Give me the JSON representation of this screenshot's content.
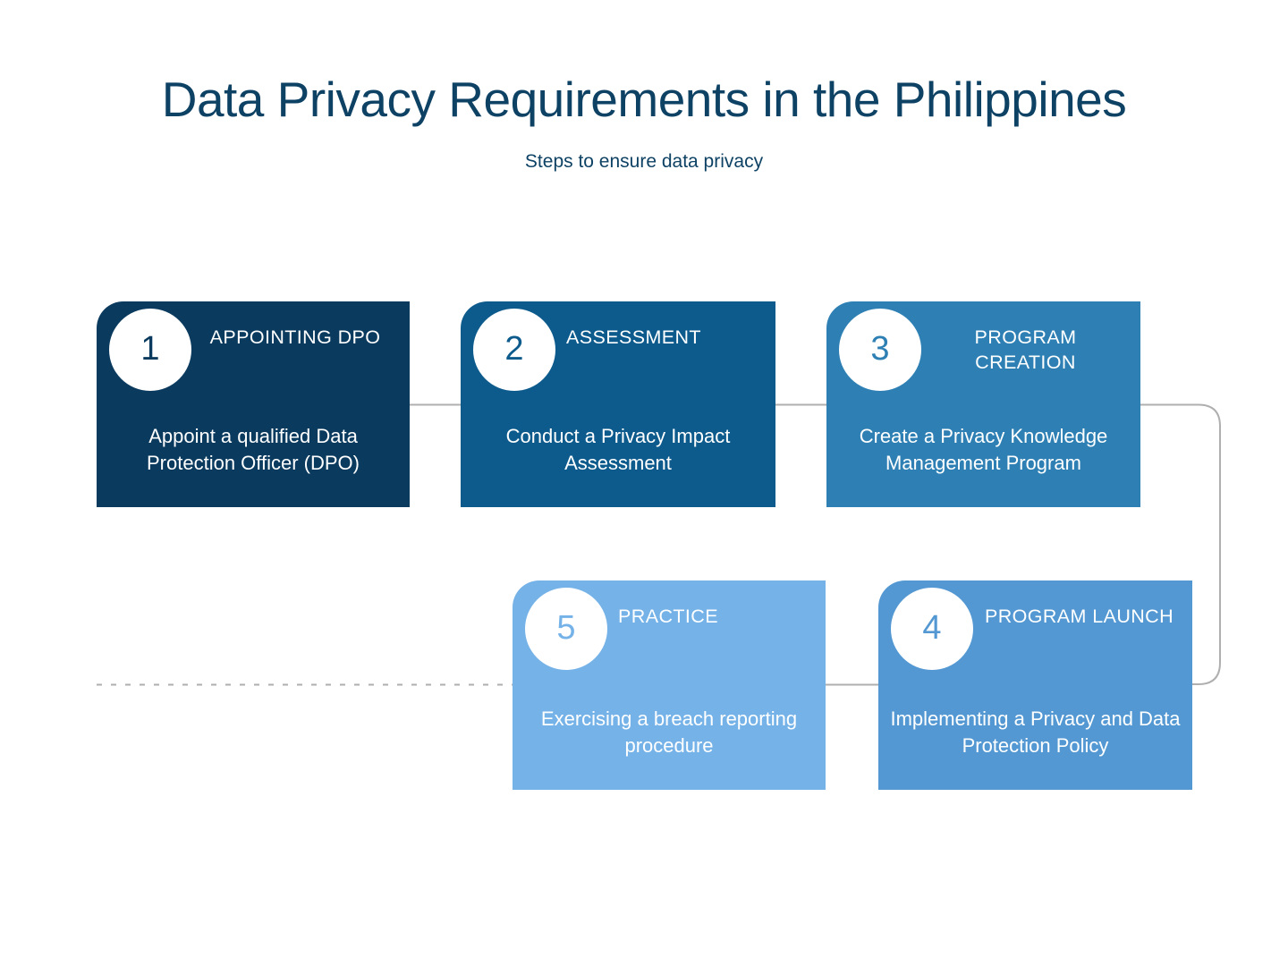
{
  "header": {
    "title": "Data Privacy Requirements in the Philippines",
    "subtitle": "Steps to ensure data privacy"
  },
  "colors": {
    "title_text": "#0E4264",
    "subtitle_text": "#0E4264",
    "connector_line": "#AFAFAF",
    "dashed_line": "#AFAFAF",
    "background": "#FFFFFF",
    "step_1": "#0A3A5E",
    "step_2": "#0D5B8C",
    "step_3": "#2E80B4",
    "step_4": "#5398D2",
    "step_5": "#74B2E8"
  },
  "steps": [
    {
      "number": "1",
      "title": "APPOINTING DPO",
      "description": "Appoint a qualified Data Protection Officer (DPO)",
      "color": "#0A3A5E",
      "number_color": "#0A3A5E"
    },
    {
      "number": "2",
      "title": "ASSESSMENT",
      "description": "Conduct a Privacy Impact Assessment",
      "color": "#0D5B8C",
      "number_color": "#0D5B8C"
    },
    {
      "number": "3",
      "title": "PROGRAM CREATION",
      "description": "Create a Privacy Knowledge Management Program",
      "color": "#2E80B4",
      "number_color": "#2E80B4"
    },
    {
      "number": "4",
      "title": "PROGRAM LAUNCH",
      "description": "Implementing a Privacy and Data Protection Policy",
      "color": "#5398D2",
      "number_color": "#5398D2"
    },
    {
      "number": "5",
      "title": "PRACTICE",
      "description": "Exercising a breach reporting procedure",
      "color": "#74B2E8",
      "number_color": "#74B2E8"
    }
  ]
}
